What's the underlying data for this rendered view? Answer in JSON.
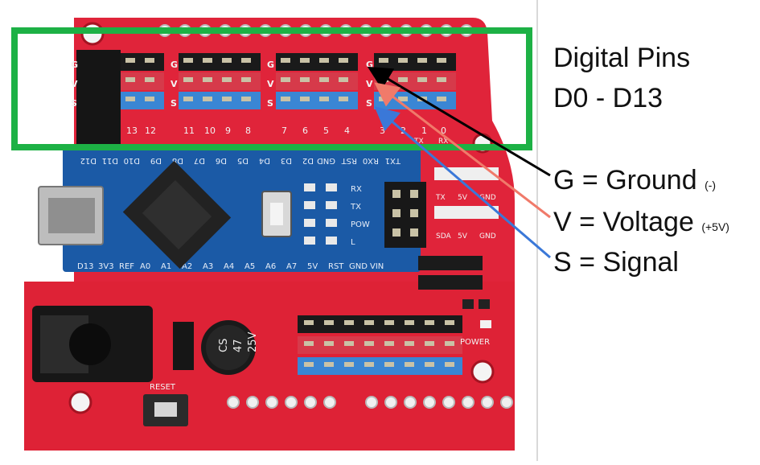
{
  "annotations": {
    "title_line1": "Digital Pins",
    "title_line2": "D0 - D13",
    "legend": [
      {
        "letter": "G",
        "meaning": "Ground",
        "note": "(-)",
        "color": "#000000"
      },
      {
        "letter": "V",
        "meaning": "Voltage",
        "note": "(+5V)",
        "color": "#f07a6a"
      },
      {
        "letter": "S",
        "meaning": "Signal",
        "note": "",
        "color": "#3a78d8"
      }
    ],
    "highlight_color": "#1db145"
  },
  "board": {
    "row_labels": [
      "G",
      "V",
      "S"
    ],
    "top_pin_numbers": [
      "13",
      "12",
      "11",
      "10",
      "9",
      "8",
      "7",
      "6",
      "5",
      "4",
      "3",
      "2",
      "1",
      "0"
    ],
    "tx_rx_labels": [
      "TX",
      "RX"
    ],
    "nano_top_labels": [
      "D12",
      "D11",
      "D10",
      "D9",
      "D8",
      "D7",
      "D6",
      "D5",
      "D4",
      "D3",
      "D2",
      "GND",
      "RST",
      "RX0",
      "TX1"
    ],
    "nano_bottom_labels": [
      "D13",
      "3V3",
      "REF",
      "A0",
      "A1",
      "A2",
      "A3",
      "A4",
      "A5",
      "A6",
      "A7",
      "5V",
      "RST",
      "GND",
      "VIN"
    ],
    "led_labels": [
      "RX",
      "TX",
      "POW",
      "L"
    ],
    "header_labels_right": [
      "TX",
      "5V",
      "GND",
      "SDA",
      "5V",
      "GND"
    ],
    "capacitor_text": [
      "CS",
      "47",
      "25V"
    ],
    "reset_label": "RESET",
    "power_label": "POWER",
    "colors": {
      "pcb_red": "#e0243a",
      "nano_blue": "#1b5aa6",
      "header_black": "#1a1a1a",
      "header_red": "#d63a4a",
      "header_blue": "#3a86d4",
      "pin_gold": "#c9c2a6"
    }
  }
}
